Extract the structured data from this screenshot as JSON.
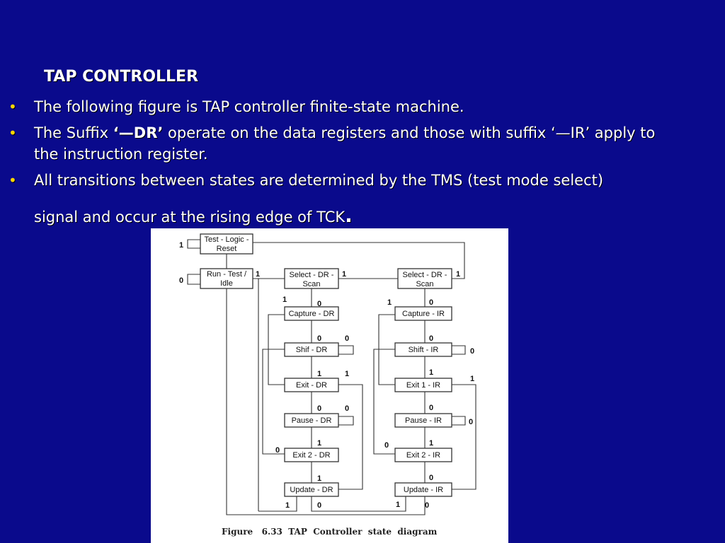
{
  "slide": {
    "title": "TAP CONTROLLER",
    "bullet1": "The following figure is TAP controller finite-state machine.",
    "bullet2_a": "The Suffix ",
    "bullet2_bold": "‘—DR’",
    "bullet2_b": " operate on the data registers and those with suffix ‘—IR’ apply to the instruction register.",
    "bullet3_a": "All transitions between states are determined by the TMS (test mode select)",
    "bullet3_b": "signal and occur at the rising edge of TCK",
    "bullet3_dot": ".",
    "bullet_glyph": "•"
  },
  "figure": {
    "caption": "Figure   6.33  TAP  Controller  state  diagram",
    "states": {
      "tlr_1": "Test - Logic -",
      "tlr_2": "Reset",
      "rti_1": "Run - Test /",
      "rti_2": "Idle",
      "sdr_1": "Select - DR -",
      "sdr_2": "Scan",
      "sir_1": "Select - DR -",
      "sir_2": "Scan",
      "cdr": "Capture - DR",
      "cir": "Capture - IR",
      "shdr": "Shif - DR",
      "shir": "Shift - IR",
      "e1dr": "Exit - DR",
      "e1ir": "Exit 1  - IR",
      "pdr": "Pause - DR",
      "pir": "Pause - IR",
      "e2dr": "Exit 2 - DR",
      "e2ir": "Exit 2 - IR",
      "udr": "Update - DR",
      "uir": "Update - IR"
    },
    "labels": {
      "one": "1",
      "zero": "0"
    }
  }
}
